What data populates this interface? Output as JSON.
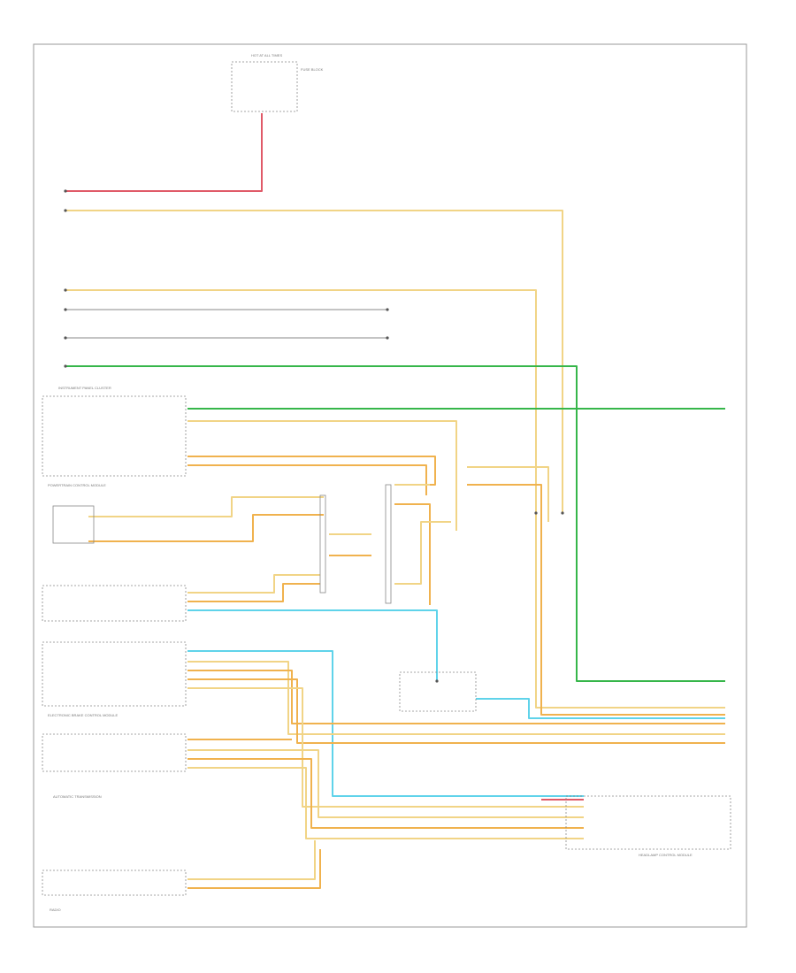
{
  "diagram": {
    "footer_code": "",
    "module_labels": [
      "HOT AT ALL TIMES",
      "FUSE BLOCK",
      "INSTRUMENT PANEL CLUSTER",
      "POWERTRAIN CONTROL MODULE",
      "AUTOMATIC TRANSMISSION",
      "ELECTRONIC BRAKE CONTROL MODULE",
      "RADIO",
      "HEADLAMP CONTROL MODULE"
    ]
  },
  "colors": {
    "red": "#e05a68",
    "yellow": "#f1d486",
    "orange": "#f0b24e",
    "green": "#36b64a",
    "cyan": "#5fd3ea",
    "gray": "#888888",
    "frame": "#9a9a9a"
  }
}
